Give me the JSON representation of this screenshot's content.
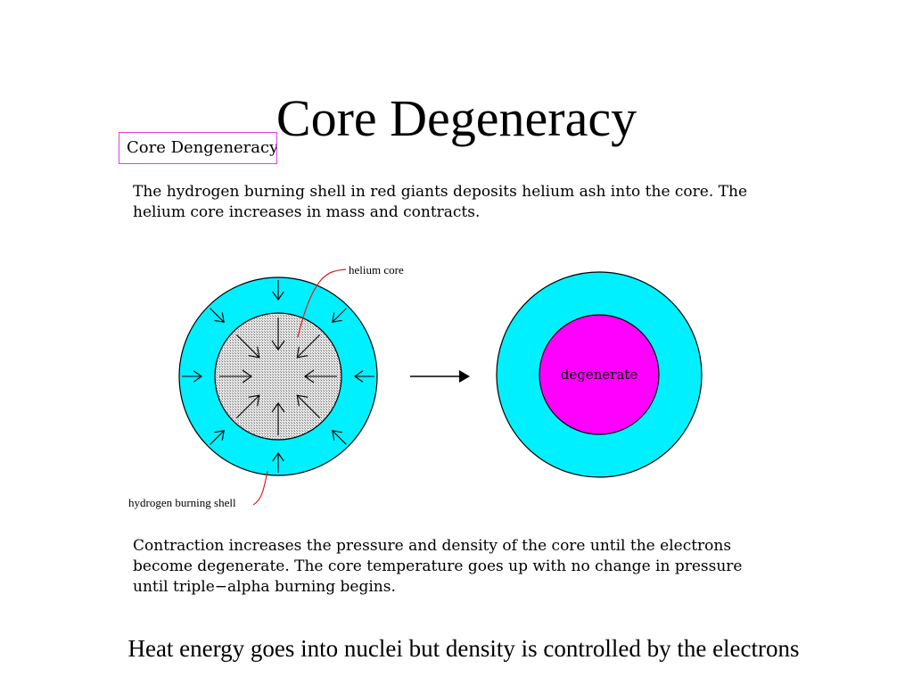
{
  "slide": {
    "title": "Core Degeneracy",
    "footer": "Heat energy goes into nuclei but density is controlled by the electrons"
  },
  "figure": {
    "heading": "Core Dengeneracy",
    "intro_lines": [
      "The hydrogen burning shell in red giants deposits helium ash into the core.  The",
      "helium core increases in mass and contracts."
    ],
    "labels": {
      "helium_core": "helium core",
      "hydrogen_shell": "hydrogen burning shell",
      "degenerate": "degenerate"
    },
    "outro_lines": [
      "Contraction increases the pressure and density of the core until the electrons",
      "become degenerate.  The core temperature goes up with no change in pressure",
      "until triple−alpha burning begins."
    ]
  },
  "colors": {
    "shell": "#00f0ff",
    "core_stipple": "#c8c8c8",
    "degenerate_core": "#ff00ff",
    "label_leader": "#d62020",
    "heading_border": "#e040e0"
  }
}
